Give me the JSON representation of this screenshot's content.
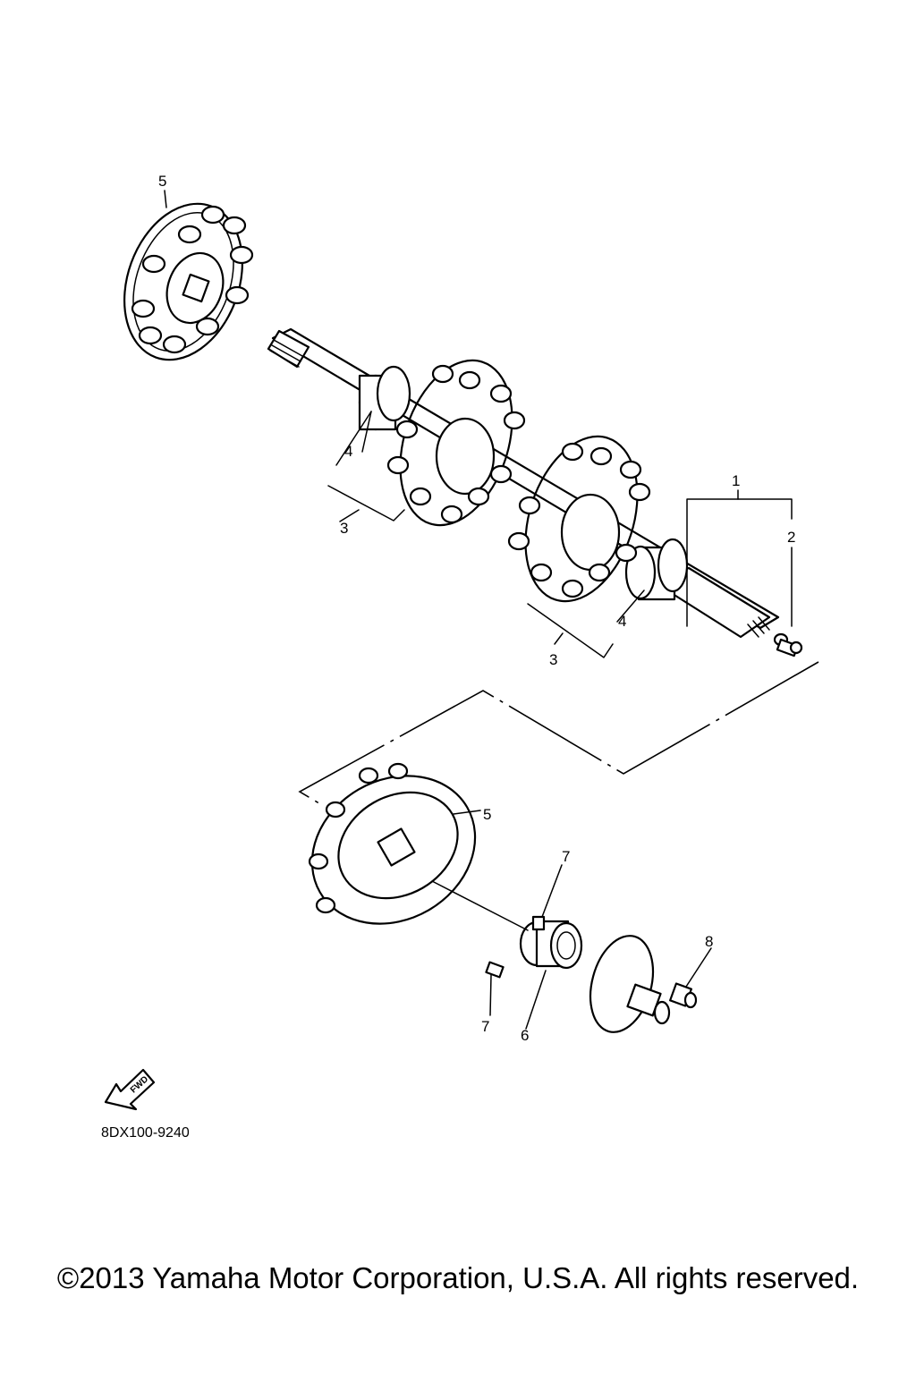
{
  "callouts": {
    "c1": "1",
    "c2": "2",
    "c3a": "3",
    "c3b": "3",
    "c4a": "4",
    "c4b": "4",
    "c5a": "5",
    "c5b": "5",
    "c6": "6",
    "c7a": "7",
    "c7b": "7",
    "c8": "8"
  },
  "fwd_arrow_label": "FWD",
  "part_code": "8DX100-9240",
  "copyright": "©2013 Yamaha Motor Corporation, U.S.A. All rights reserved."
}
